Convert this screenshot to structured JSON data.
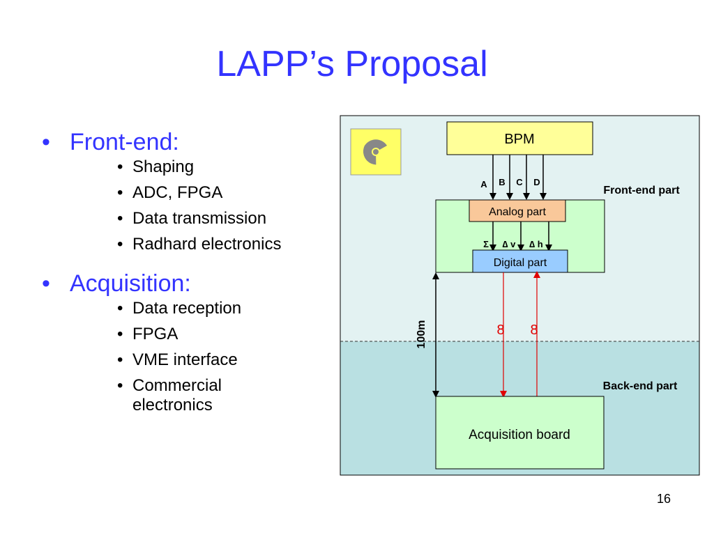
{
  "title": "LAPP’s Proposal",
  "sections": [
    {
      "heading": "Front-end:",
      "items": [
        "Shaping",
        "ADC, FPGA",
        "Data transmission",
        "Radhard electronics"
      ]
    },
    {
      "heading": "Acquisition:",
      "items": [
        "Data reception",
        "FPGA",
        "VME interface",
        "Commercial electronics"
      ]
    }
  ],
  "bullet_char": "•",
  "diagram": {
    "bpm_label": "BPM",
    "signals": [
      "A",
      "B",
      "C",
      "D"
    ],
    "analog_label": "Analog part",
    "derived_signals": [
      "Σ",
      "∆ v",
      "∆ h"
    ],
    "digital_label": "Digital part",
    "frontend_label": "Front-end part",
    "backend_label": "Back-end part",
    "distance_label": "100m",
    "acq_label": "Acquisition board",
    "link_symbol": "8",
    "colors": {
      "frontend_bg": "#e3f2f2",
      "backend_bg": "#b9e0e2",
      "bpm_fill": "#ffff99",
      "analog_fill": "#f9c89a",
      "digital_fill": "#99ccff",
      "board_fill": "#ccffcc",
      "link_color": "#e00000",
      "radiation_bg": "#ffff66"
    },
    "radiation_icon": "radiation-icon"
  },
  "page_number": "16"
}
